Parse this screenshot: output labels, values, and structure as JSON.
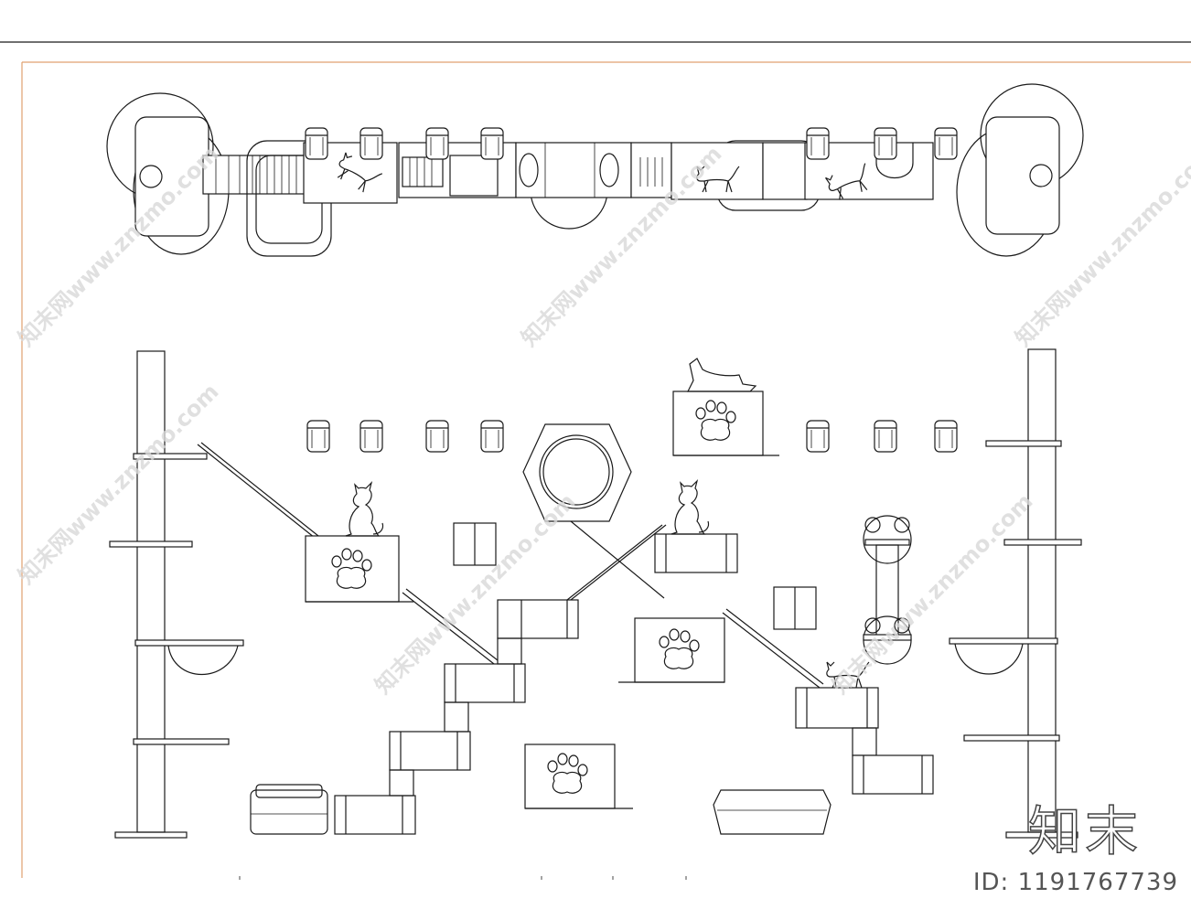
{
  "watermark": {
    "text": "知末网www.znzmo.com",
    "logo": "知末",
    "id_label": "ID: 1191767739"
  },
  "colors": {
    "line": "#1a1a1a",
    "frame_accent": "#e0a070",
    "watermark": "#d9d9d9"
  }
}
